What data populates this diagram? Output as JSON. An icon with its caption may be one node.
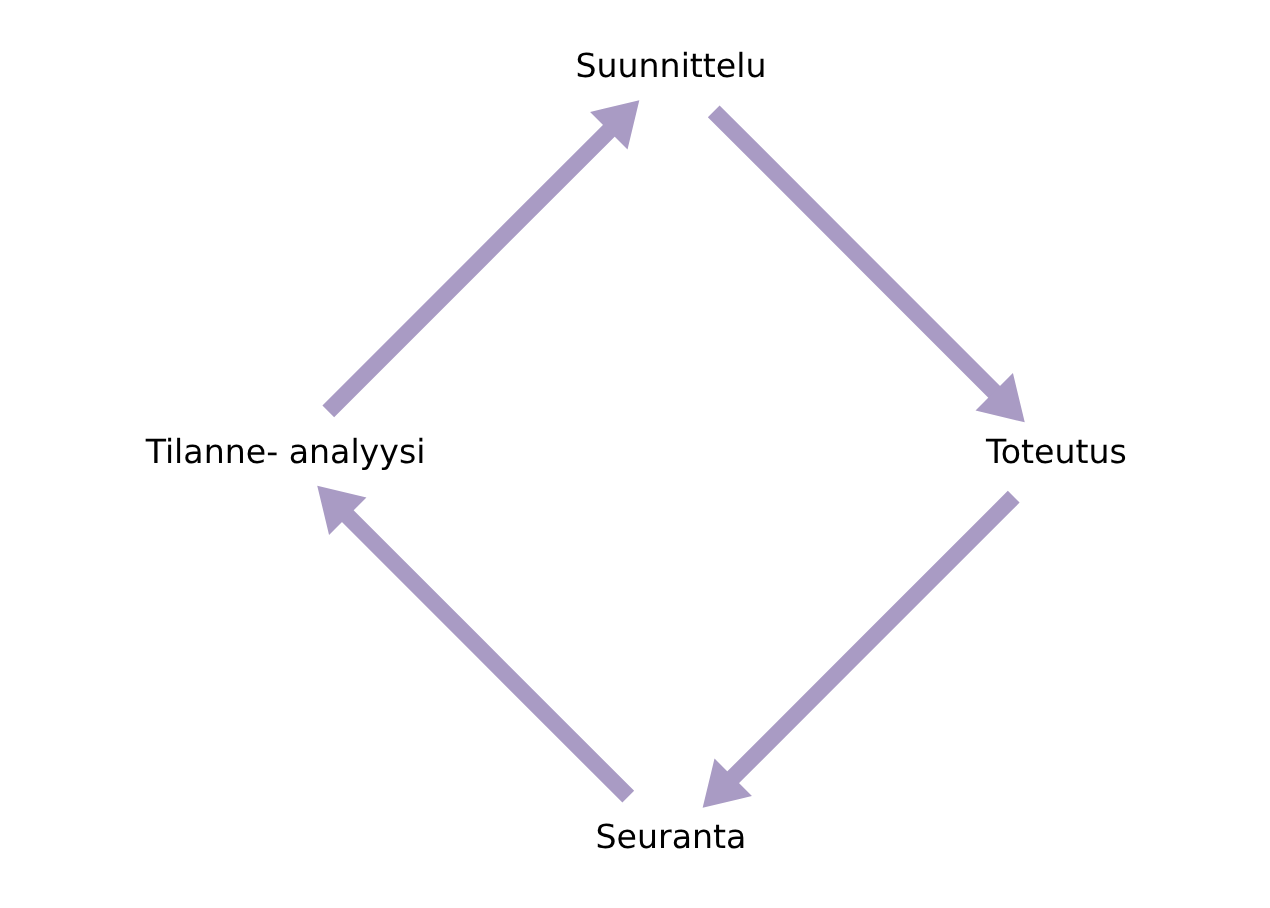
{
  "diagram": {
    "nodes": [
      {
        "text": [
          "Seuranta"
        ]
      },
      {
        "text": [
          "Tilanne- analyysi"
        ]
      },
      {
        "text": [
          "Suunnittelu"
        ]
      },
      {
        "text": [
          "Toteutus"
        ]
      }
    ],
    "edges": [
      {
        "from": 0,
        "to": 1,
        "arrow": "to"
      },
      {
        "from": 1,
        "to": 2,
        "arrow": "to"
      },
      {
        "from": 2,
        "to": 3,
        "arrow": "to"
      },
      {
        "from": 3,
        "to": 0,
        "arrow": "to"
      }
    ]
  }
}
